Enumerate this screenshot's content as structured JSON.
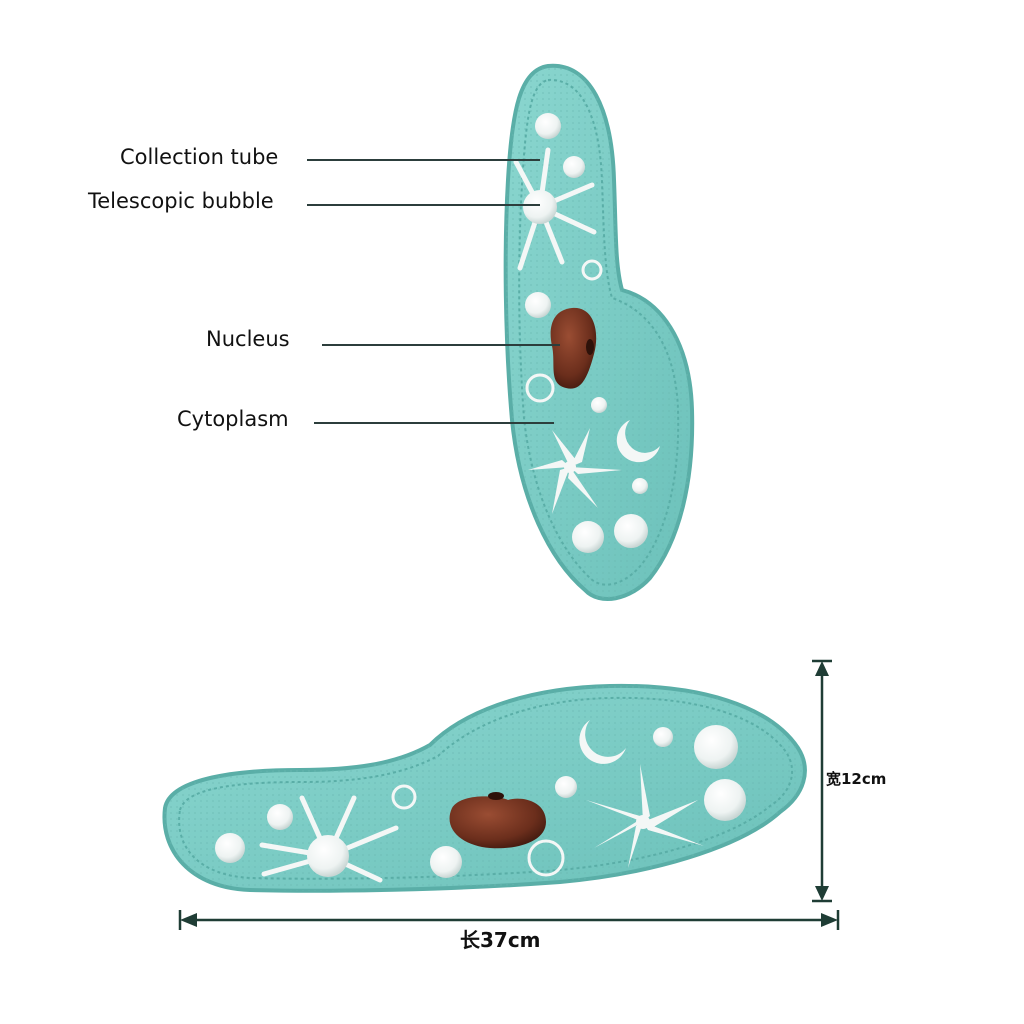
{
  "labels": {
    "collection_tube": "Collection tube",
    "telescopic_bubble": "Telescopic bubble",
    "nucleus": "Nucleus",
    "cytoplasm": "Cytoplasm"
  },
  "dimensions": {
    "width": "宽12cm",
    "length": "长37cm"
  },
  "colors": {
    "body": "#7fcfc8",
    "body_dark": "#5fb3ac",
    "rim": "#6cc1ba",
    "nucleus": "#6b2e1c",
    "bubble": "#f4f7f6",
    "line": "#2c3e3c",
    "dimension": "#1f3d35"
  }
}
